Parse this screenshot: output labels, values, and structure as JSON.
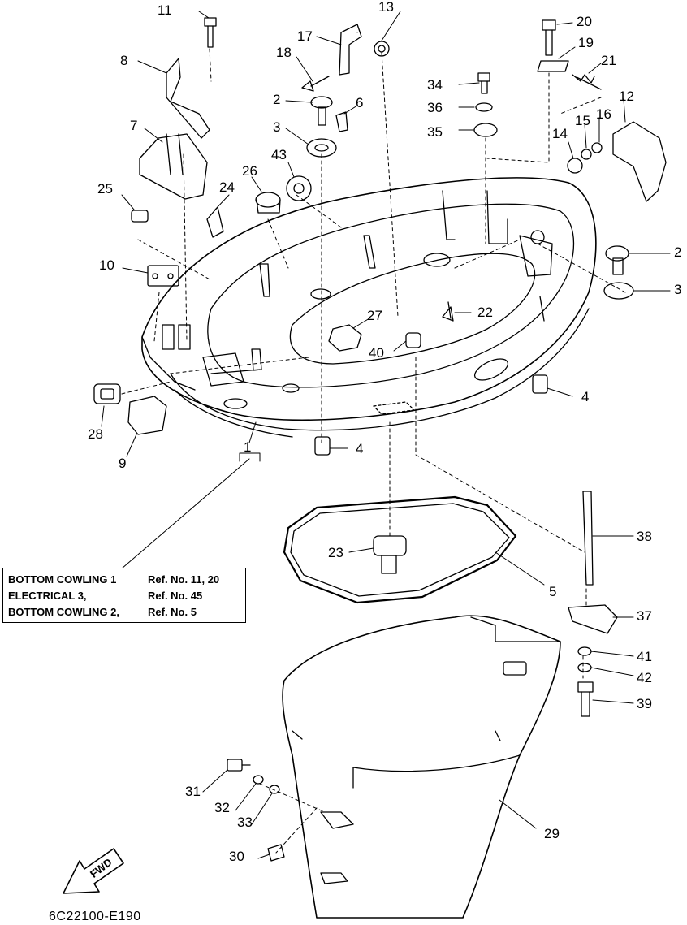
{
  "figure": {
    "drawing_code": "6C22100-E190",
    "direction_label": "FWD",
    "colors": {
      "ink": "#000000",
      "paper": "#ffffff"
    }
  },
  "ref_table": [
    {
      "name": "BOTTOM COWLING 1",
      "ref": "Ref. No. 11, 20"
    },
    {
      "name": "ELECTRICAL 3,",
      "ref": "Ref. No. 45"
    },
    {
      "name": "BOTTOM COWLING 2,",
      "ref": "Ref. No. 5"
    }
  ],
  "callouts": {
    "n1": "1",
    "n2a": "2",
    "n2b": "2",
    "n3a": "3",
    "n3b": "3",
    "n4a": "4",
    "n4b": "4",
    "n5": "5",
    "n6": "6",
    "n7": "7",
    "n8": "8",
    "n9": "9",
    "n10": "10",
    "n11": "11",
    "n12": "12",
    "n13": "13",
    "n14": "14",
    "n15": "15",
    "n16": "16",
    "n17": "17",
    "n18": "18",
    "n19": "19",
    "n20": "20",
    "n21": "21",
    "n22": "22",
    "n23": "23",
    "n24": "24",
    "n25": "25",
    "n26": "26",
    "n27": "27",
    "n28": "28",
    "n29": "29",
    "n30": "30",
    "n31": "31",
    "n32": "32",
    "n33": "33",
    "n34": "34",
    "n35": "35",
    "n36": "36",
    "n37": "37",
    "n38": "38",
    "n39": "39",
    "n40": "40",
    "n41": "41",
    "n42": "42",
    "n43": "43"
  }
}
